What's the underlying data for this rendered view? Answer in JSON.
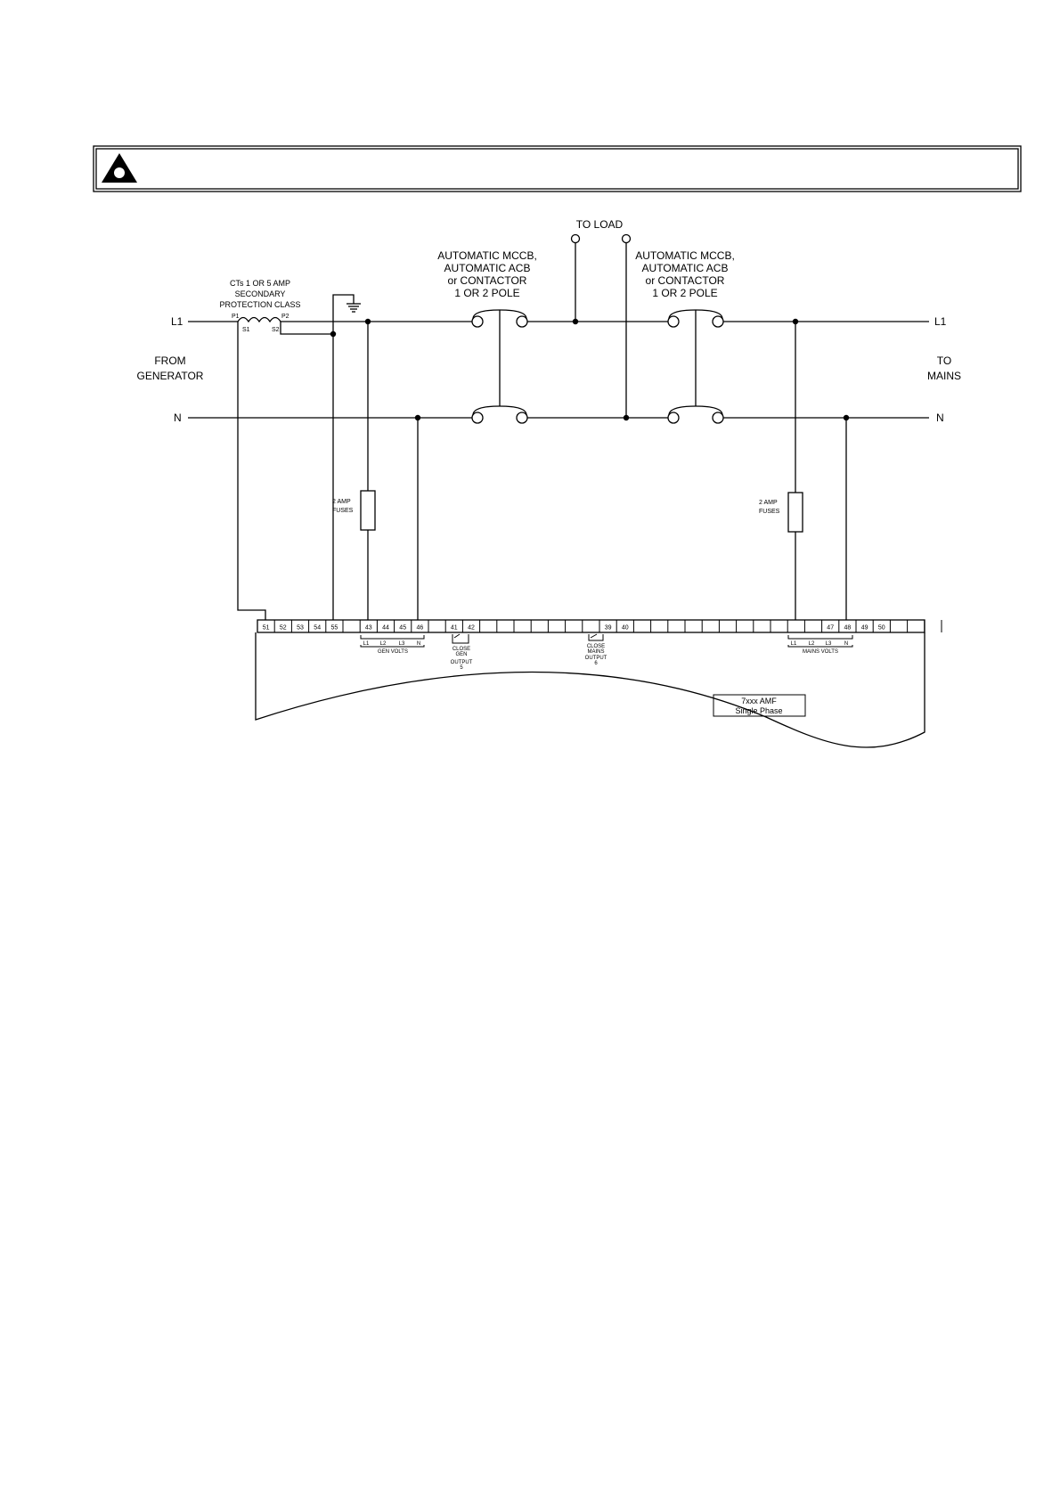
{
  "warning_banner": {
    "icon": "warning-triangle-icon",
    "text": ""
  },
  "labels": {
    "to_load": "TO LOAD",
    "breaker_gen": [
      "AUTOMATIC MCCB,",
      "AUTOMATIC ACB",
      "or CONTACTOR",
      "1 OR 2 POLE"
    ],
    "breaker_mains": [
      "AUTOMATIC MCCB,",
      "AUTOMATIC ACB",
      "or CONTACTOR",
      "1 OR 2 POLE"
    ],
    "ct": [
      "CTs 1 OR 5 AMP",
      "SECONDARY",
      "PROTECTION CLASS"
    ],
    "ct_terminals": {
      "p1": "P1",
      "p2": "P2",
      "s1": "S1",
      "s2": "S2"
    },
    "l1_left": "L1",
    "n_left": "N",
    "l1_right": "L1",
    "n_right": "N",
    "from_generator": [
      "FROM",
      "GENERATOR"
    ],
    "to_mains": [
      "TO",
      "MAINS"
    ],
    "fuse_gen": [
      "2 AMP",
      "FUSES"
    ],
    "fuse_mains": [
      "2 AMP",
      "FUSES"
    ],
    "gen_volts_phases": [
      "L1",
      "L2",
      "L3",
      "N"
    ],
    "gen_volts": "GEN VOLTS",
    "mains_volts_phases": [
      "L1",
      "L2",
      "L3",
      "N"
    ],
    "mains_volts": "MAINS VOLTS",
    "close_gen": [
      "CLOSE",
      "GEN",
      "OUTPUT",
      "5"
    ],
    "close_mains": [
      "CLOSE",
      "MAINS",
      "OUTPUT",
      "6"
    ],
    "module": [
      "7xxx AMF",
      "Single Phase"
    ]
  },
  "terminals": [
    "51",
    "52",
    "53",
    "54",
    "55",
    "",
    "43",
    "44",
    "45",
    "46",
    "",
    "41",
    "42",
    "",
    "",
    "",
    "",
    "",
    "",
    "",
    "39",
    "40",
    "",
    "",
    "",
    "",
    "",
    "",
    "",
    "",
    "",
    "",
    "",
    "47",
    "48",
    "49",
    "50",
    "",
    "",
    "",
    ""
  ]
}
